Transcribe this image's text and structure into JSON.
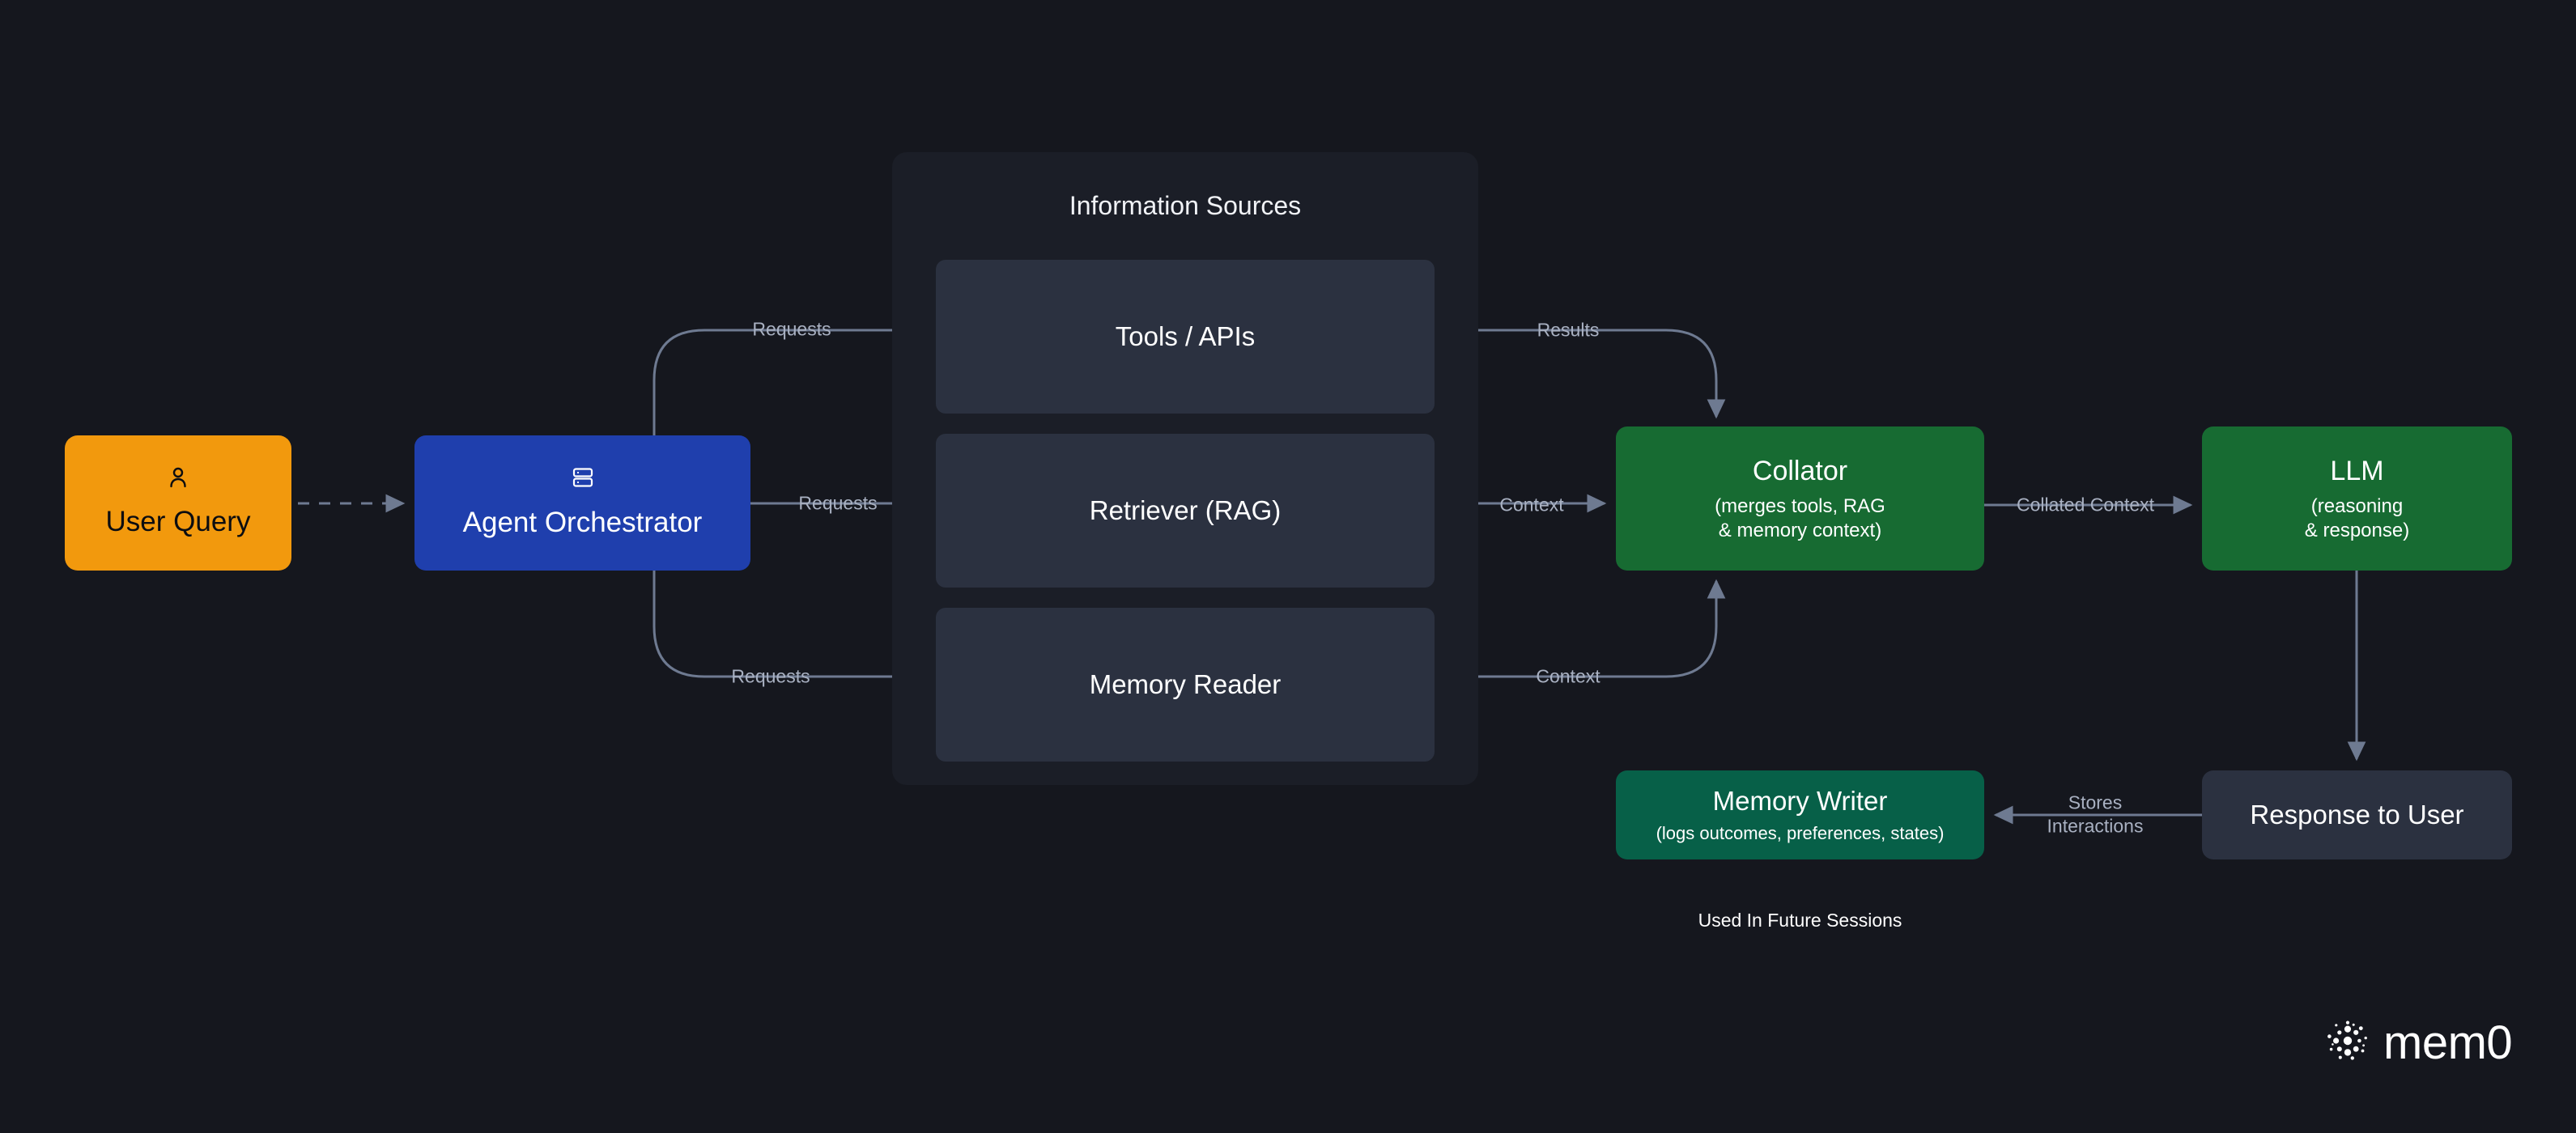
{
  "theme": {
    "background": "#15171E",
    "panel_background": "#1B1E27",
    "card_background": "#2B3140",
    "orange": "#F2990D",
    "blue": "#1F3FAD",
    "green": "#176B32",
    "teal_green": "#076048",
    "edge_color": "#6E7A91",
    "label_color": "#A9B1C2"
  },
  "nodes": {
    "user_query": {
      "label": "User Query",
      "icon": "person-icon"
    },
    "agent_orchestrator": {
      "label": "Agent Orchestrator",
      "icon": "server-stack-icon"
    },
    "collator": {
      "label": "Collator",
      "sub_line1": "(merges tools, RAG",
      "sub_line2": "& memory context)"
    },
    "llm": {
      "label": "LLM",
      "sub_line1": "(reasoning",
      "sub_line2": "& response)"
    },
    "memory_writer": {
      "label": "Memory Writer",
      "sub": "(logs outcomes, preferences, states)"
    },
    "response_to_user": {
      "label": "Response to User"
    }
  },
  "panel": {
    "title": "Information Sources",
    "cards": [
      {
        "label": "Tools / APIs"
      },
      {
        "label": "Retriever (RAG)"
      },
      {
        "label": "Memory Reader"
      }
    ]
  },
  "edges": {
    "user_to_agent": {
      "label": "",
      "style": "dashed"
    },
    "agent_to_tools": {
      "label": "Requests"
    },
    "agent_to_retriever": {
      "label": "Requests"
    },
    "agent_to_memory": {
      "label": "Requests"
    },
    "tools_to_collator": {
      "label": "Results"
    },
    "retriever_to_collator": {
      "label": "Context"
    },
    "memory_to_collator": {
      "label": "Context"
    },
    "collator_to_llm": {
      "label": "Collated Context"
    },
    "llm_to_response": {
      "label": ""
    },
    "response_to_memory_writer": {
      "label_line1": "Stores",
      "label_line2": "Interactions"
    }
  },
  "caption": {
    "future_sessions": "Used In Future Sessions"
  },
  "branding": {
    "wordmark": "mem0",
    "logo_icon": "mem0-radial-dots-icon"
  }
}
